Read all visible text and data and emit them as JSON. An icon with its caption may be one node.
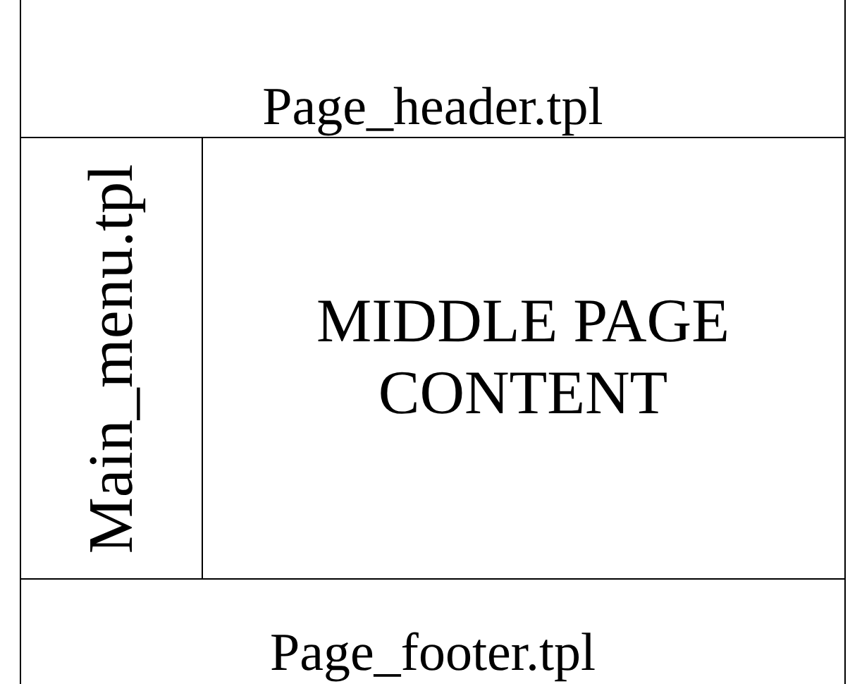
{
  "diagram": {
    "nodes": [
      {
        "text": [
          "Page_header.tpl"
        ]
      },
      {
        "text": [
          "Main_menu.tpl"
        ]
      },
      {
        "text": [
          "MIDDLE PAGE CONTENT"
        ]
      },
      {
        "text": [
          "Page_footer.tpl"
        ]
      }
    ]
  }
}
